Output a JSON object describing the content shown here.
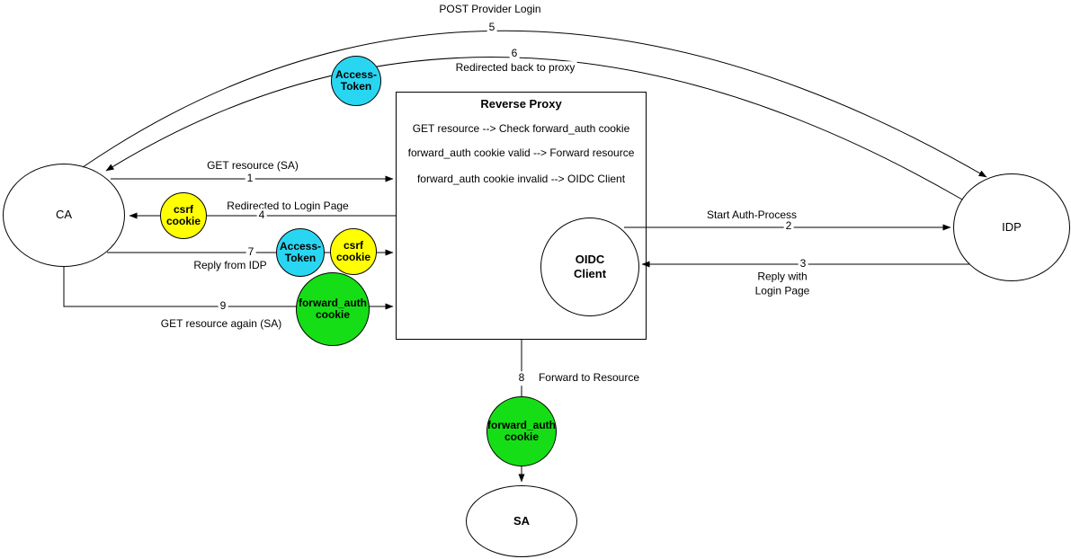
{
  "nodes": {
    "ca": {
      "label": "CA"
    },
    "idp": {
      "label": "IDP"
    },
    "oidc_client": {
      "label": "OIDC\nClient"
    },
    "sa": {
      "label": "SA"
    },
    "reverse_proxy": {
      "title": "Reverse Proxy",
      "rules": [
        "GET resource --> Check forward_auth cookie",
        "forward_auth cookie valid --> Forward resource",
        "forward_auth cookie invalid --> OIDC Client"
      ]
    }
  },
  "tokens": {
    "access_token_redirect": {
      "label": "Access-\nToken",
      "color": "#29D6F2"
    },
    "csrf_cookie_redirect": {
      "label": "csrf\ncookie",
      "color": "#FFFF00"
    },
    "access_token_reply": {
      "label": "Access-\nToken",
      "color": "#29D6F2"
    },
    "csrf_cookie_reply": {
      "label": "csrf\ncookie",
      "color": "#FFFF00"
    },
    "forward_auth_cookie_request": {
      "label": "forward_auth\ncookie",
      "color": "#16DE16"
    },
    "forward_auth_cookie_forward": {
      "label": "forward_auth\ncookie",
      "color": "#16DE16"
    }
  },
  "edges": {
    "get_resource": {
      "num": "1",
      "label": "GET resource (SA)"
    },
    "start_auth": {
      "num": "2",
      "label": "Start Auth-Process"
    },
    "reply_login_page": {
      "num": "3",
      "label": "Reply with\nLogin Page"
    },
    "redirect_login": {
      "num": "4",
      "label": "Redirected to Login Page"
    },
    "post_provider_login": {
      "num": "5",
      "label": "POST Provider Login"
    },
    "redirect_back": {
      "num": "6",
      "label": "Redirected back to proxy"
    },
    "reply_from_idp": {
      "num": "7",
      "label": "Reply from IDP"
    },
    "forward_to_resource": {
      "num": "8",
      "label": "Forward to Resource"
    },
    "get_resource_again": {
      "num": "9",
      "label": "GET resource again (SA)"
    }
  },
  "colors": {
    "line": "#000000",
    "node_fill": "#FFFFFF",
    "access_token": "#29D6F2",
    "csrf_cookie": "#FFFF00",
    "forward_auth_cookie": "#16DE16"
  }
}
